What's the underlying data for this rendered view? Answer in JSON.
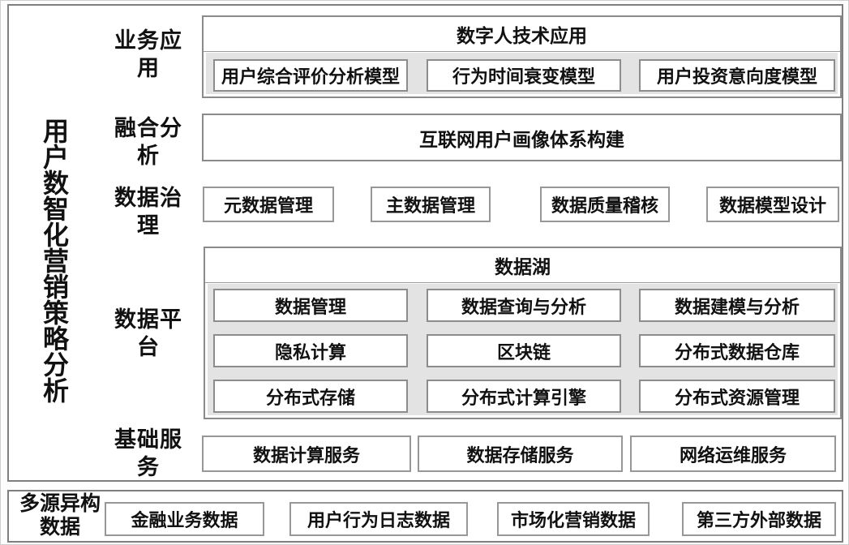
{
  "diagram_title": "用户数智化营销策略分析",
  "layers": [
    {
      "label": "业务应用",
      "header": "数字人技术应用",
      "items": [
        "用户综合评价分析模型",
        "行为时间衰变模型",
        "用户投资意向度模型"
      ]
    },
    {
      "label": "融合分析",
      "items": [
        "互联网用户画像体系构建"
      ]
    },
    {
      "label": "数据治理",
      "items": [
        "元数据管理",
        "主数据管理",
        "数据质量稽核",
        "数据模型设计"
      ]
    },
    {
      "label": "数据平台",
      "header": "数据湖",
      "grid": [
        [
          "数据管理",
          "数据查询与分析",
          "数据建模与分析"
        ],
        [
          "隐私计算",
          "区块链",
          "分布式数据仓库"
        ],
        [
          "分布式存储",
          "分布式计算引擎",
          "分布式资源管理"
        ]
      ]
    },
    {
      "label": "基础服务",
      "items": [
        "数据计算服务",
        "数据存储服务",
        "网络运维服务"
      ]
    }
  ],
  "bottom": {
    "label": "多源异构数据",
    "items": [
      "金融业务数据",
      "用户行为日志数据",
      "市场化营销数据",
      "第三方外部数据"
    ]
  },
  "colors": {
    "frame_border": "#7f7f7f",
    "box_border": "#8a8a8a",
    "panel_gray": "#e3e3e3",
    "text": "#111111",
    "background": "#ffffff"
  }
}
